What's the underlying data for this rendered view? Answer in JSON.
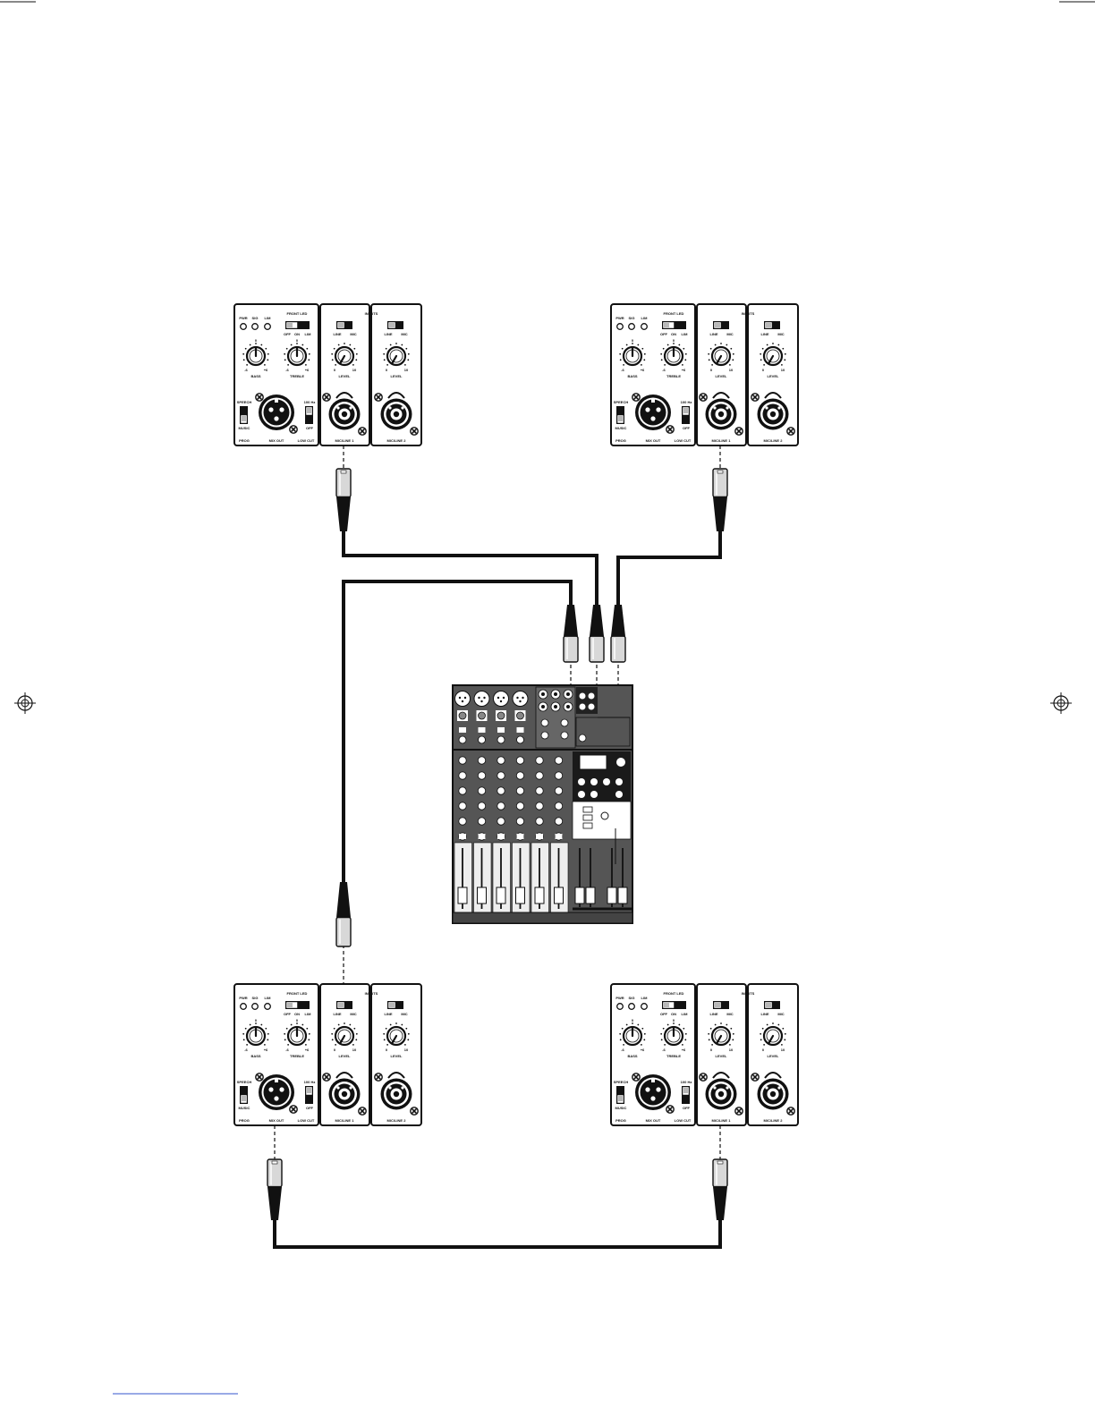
{
  "panel_labels": {
    "pwr": "PWR",
    "sig": "SIG",
    "lim": "LIM",
    "front_led": "FRONT LED",
    "off": "OFF",
    "on": "ON",
    "inputs": "INPUTS",
    "line": "LINE",
    "mic": "MIC",
    "bass": "BASS",
    "treble": "TREBLE",
    "level": "LEVEL",
    "speech": "SPEECH",
    "music": "MUSIC",
    "low_cut_freq": "100 Hz",
    "low_cut_off": "OFF",
    "prog": "PROG",
    "mix_out": "MIX OUT",
    "low_cut": "LOW CUT",
    "mic_line_1": "MIC/LINE 1",
    "mic_line_2": "MIC/LINE 2",
    "tone_min": "-6",
    "tone_mid": "0",
    "tone_max": "+6",
    "lvl_min": "0",
    "lvl_max": "10"
  },
  "speakers": [
    {
      "id": "top-left",
      "position": "top-left"
    },
    {
      "id": "top-right",
      "position": "top-right"
    },
    {
      "id": "bottom-left",
      "position": "bottom-left"
    },
    {
      "id": "bottom-right",
      "position": "bottom-right"
    }
  ],
  "colors": {
    "line": "#111111",
    "panel_fill": "#ffffff",
    "mixer_body": "#555555",
    "mixer_dark": "#1a1a1a"
  },
  "mixer": {
    "channels": 6
  }
}
